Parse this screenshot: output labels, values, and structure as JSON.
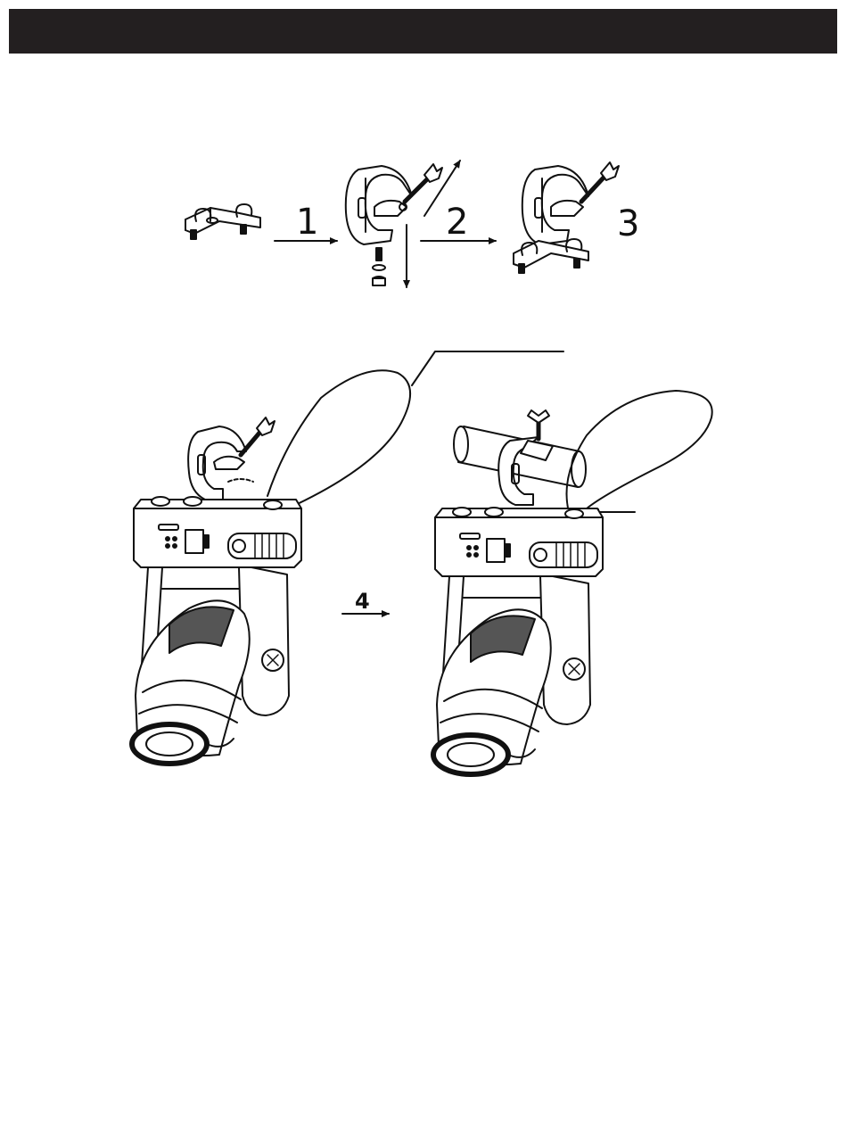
{
  "header": {
    "title": ""
  },
  "steps": [
    {
      "label": "1"
    },
    {
      "label": "2"
    },
    {
      "label": "3"
    },
    {
      "label": "4"
    }
  ],
  "colors": {
    "header_bar": "#231f20",
    "line": "#111111",
    "background": "#ffffff"
  }
}
